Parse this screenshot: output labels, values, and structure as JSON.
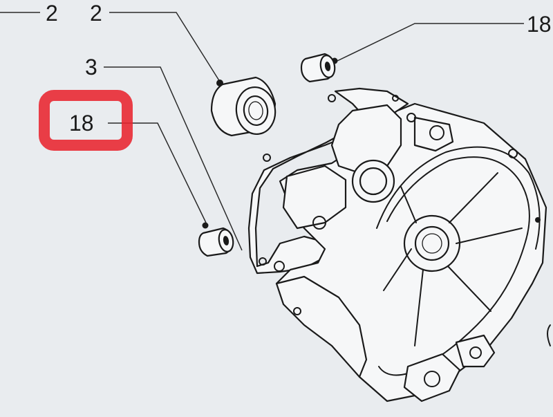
{
  "diagram": {
    "callouts": {
      "top_left": "2",
      "bearing": "2",
      "dowel_top_right": "18",
      "gasket": "3",
      "dowel_left": "18"
    },
    "highlight_color": "#e8242f",
    "ink_color": "#1a1a1a",
    "paper_color": "#e9ecef"
  }
}
